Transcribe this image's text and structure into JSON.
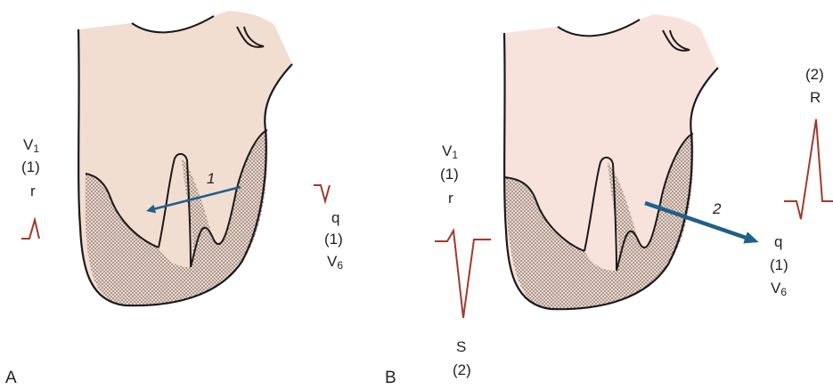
{
  "panels": [
    {
      "letter": "A",
      "v1": {
        "lead": "V",
        "lead_sub": "1",
        "step": "(1)",
        "wave": "r"
      },
      "v6": {
        "wave": "q",
        "step": "(1)",
        "lead": "V",
        "lead_sub": "6"
      },
      "vector_label": "1"
    },
    {
      "letter": "B",
      "v1": {
        "lead": "V",
        "lead_sub": "1",
        "step": "(1)",
        "wave": "r",
        "wave2": "S",
        "step2": "(2)"
      },
      "v6": {
        "step_top": "(2)",
        "wave_top": "R",
        "wave": "q",
        "step": "(1)",
        "lead": "V",
        "lead_sub": "6"
      },
      "vector_label": "2"
    }
  ],
  "colors": {
    "heart_fill_a": "#f2ddd1",
    "heart_fill_b": "#f8e3dc",
    "outline": "#1a1a1a",
    "ecg_trace": "#a23a2a",
    "vector": "#1f5f8b",
    "stipple_bg": "#ead6cb",
    "stipple_dot": "#5a4a44"
  }
}
